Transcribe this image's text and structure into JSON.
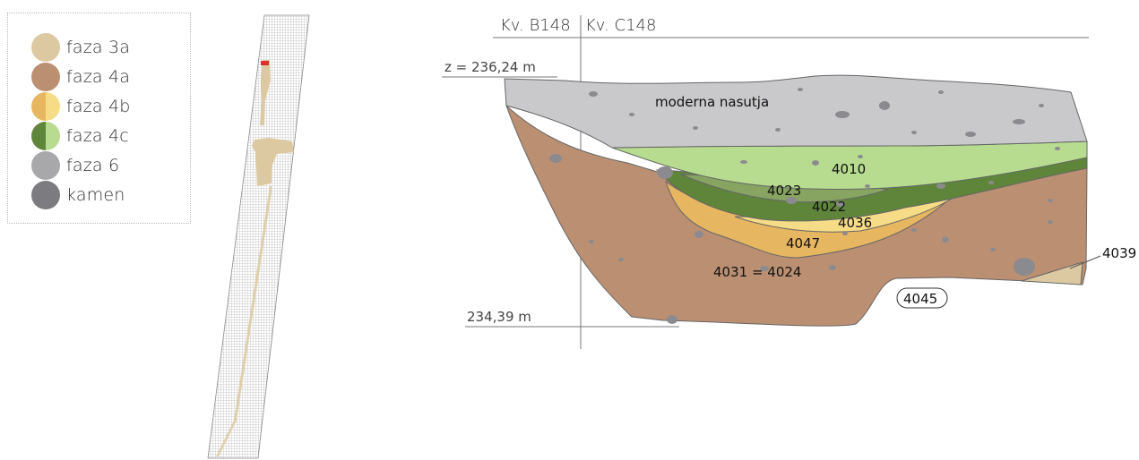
{
  "legend": {
    "items": [
      {
        "label": "faza 3a",
        "colors": [
          "#ddc9a1",
          "#ddc9a1"
        ]
      },
      {
        "label": "faza 4a",
        "colors": [
          "#bb8f72",
          "#bb8f72"
        ]
      },
      {
        "label": "faza 4b",
        "colors": [
          "#e7b661",
          "#f7dc87"
        ]
      },
      {
        "label": "faza 4c",
        "colors": [
          "#5f853b",
          "#b7dc8f"
        ]
      },
      {
        "label": "faza 6",
        "colors": [
          "#a8a8ab",
          "#a8a8ab"
        ]
      },
      {
        "label": "kamen",
        "colors": [
          "#7c7c80",
          "#7c7c80"
        ]
      }
    ]
  },
  "section": {
    "col_left": "Kv. B148",
    "col_right": "Kv. C148",
    "elev_top": "z = 236,24 m",
    "elev_bottom": "234,39 m",
    "layers": {
      "modern": "moderna nasutja",
      "l4010": "4010",
      "l4023": "4023",
      "l4022": "4022",
      "l4036": "4036",
      "l4047": "4047",
      "l4031": "4031 = 4024",
      "l4039": "4039",
      "l4045": "4045"
    }
  }
}
